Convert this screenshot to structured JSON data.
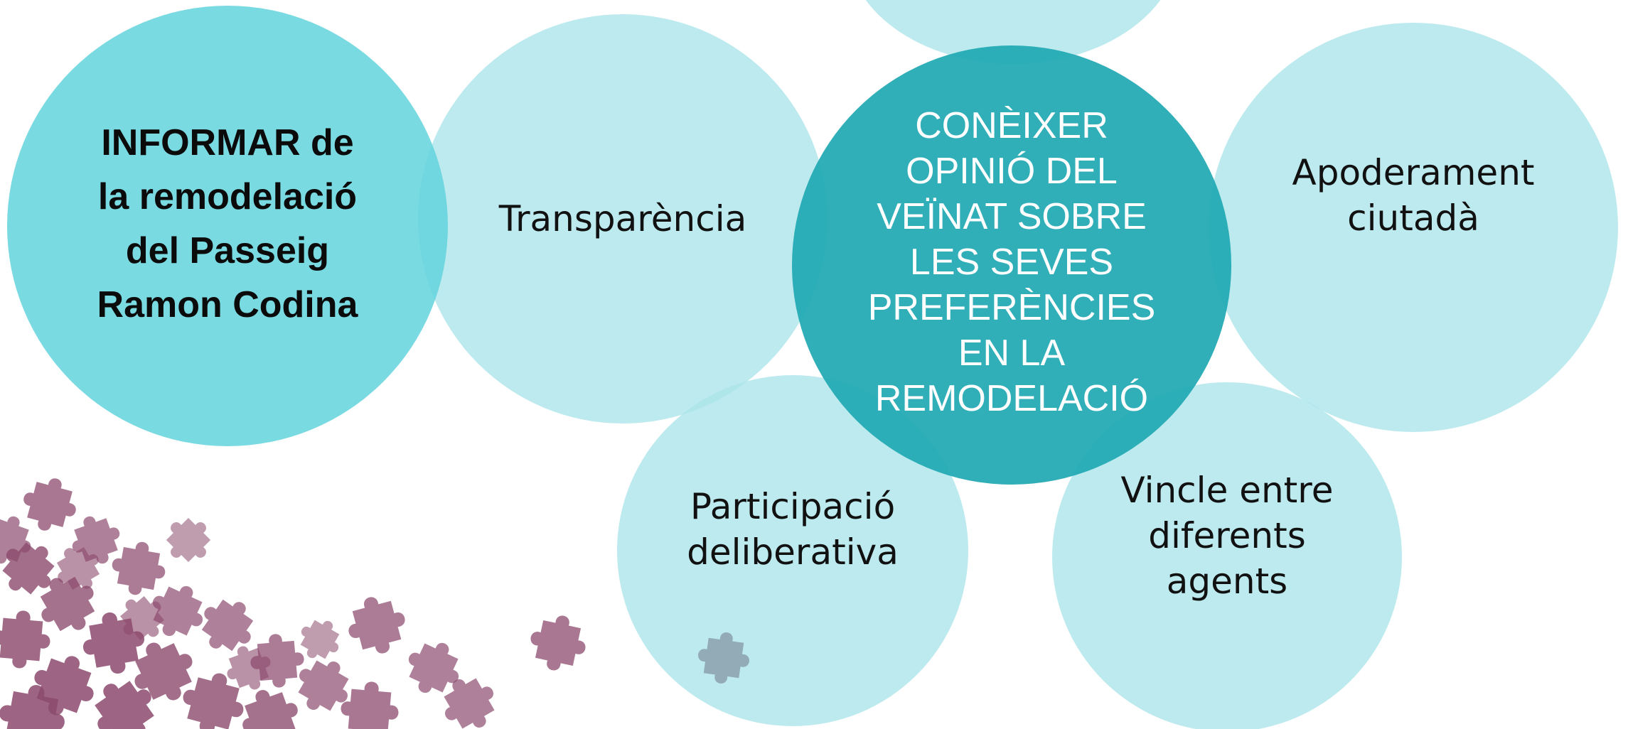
{
  "diagram": {
    "main_goal": [
      "INFORMAR de",
      "la remodelació",
      "del Passeig",
      "Ramon Codina"
    ],
    "core_goal": [
      "CONÈIXER",
      "OPINIÓ DEL",
      "VEÏNAT SOBRE",
      "LES SEVES",
      "PREFERÈNCIES",
      "EN LA",
      "REMODELACIÓ"
    ],
    "values": {
      "transparency": [
        "Transparència"
      ],
      "empowerment": [
        "Apoderament",
        "ciutadà"
      ],
      "deliberative": [
        "Participació",
        "deliberativa"
      ],
      "link": [
        "Vincle entre",
        "diferents",
        "agents"
      ]
    }
  },
  "colors": {
    "light_circle": "#bde9ed",
    "mid_circle": "#7ad9e1",
    "dark_circle": "#2cacb5",
    "puzzle": "#8c4a6d",
    "puzzle_grey": "#8fa5b2"
  },
  "icons": {
    "decoration": "puzzle-pieces-icon",
    "single_piece": "puzzle-piece-icon"
  }
}
